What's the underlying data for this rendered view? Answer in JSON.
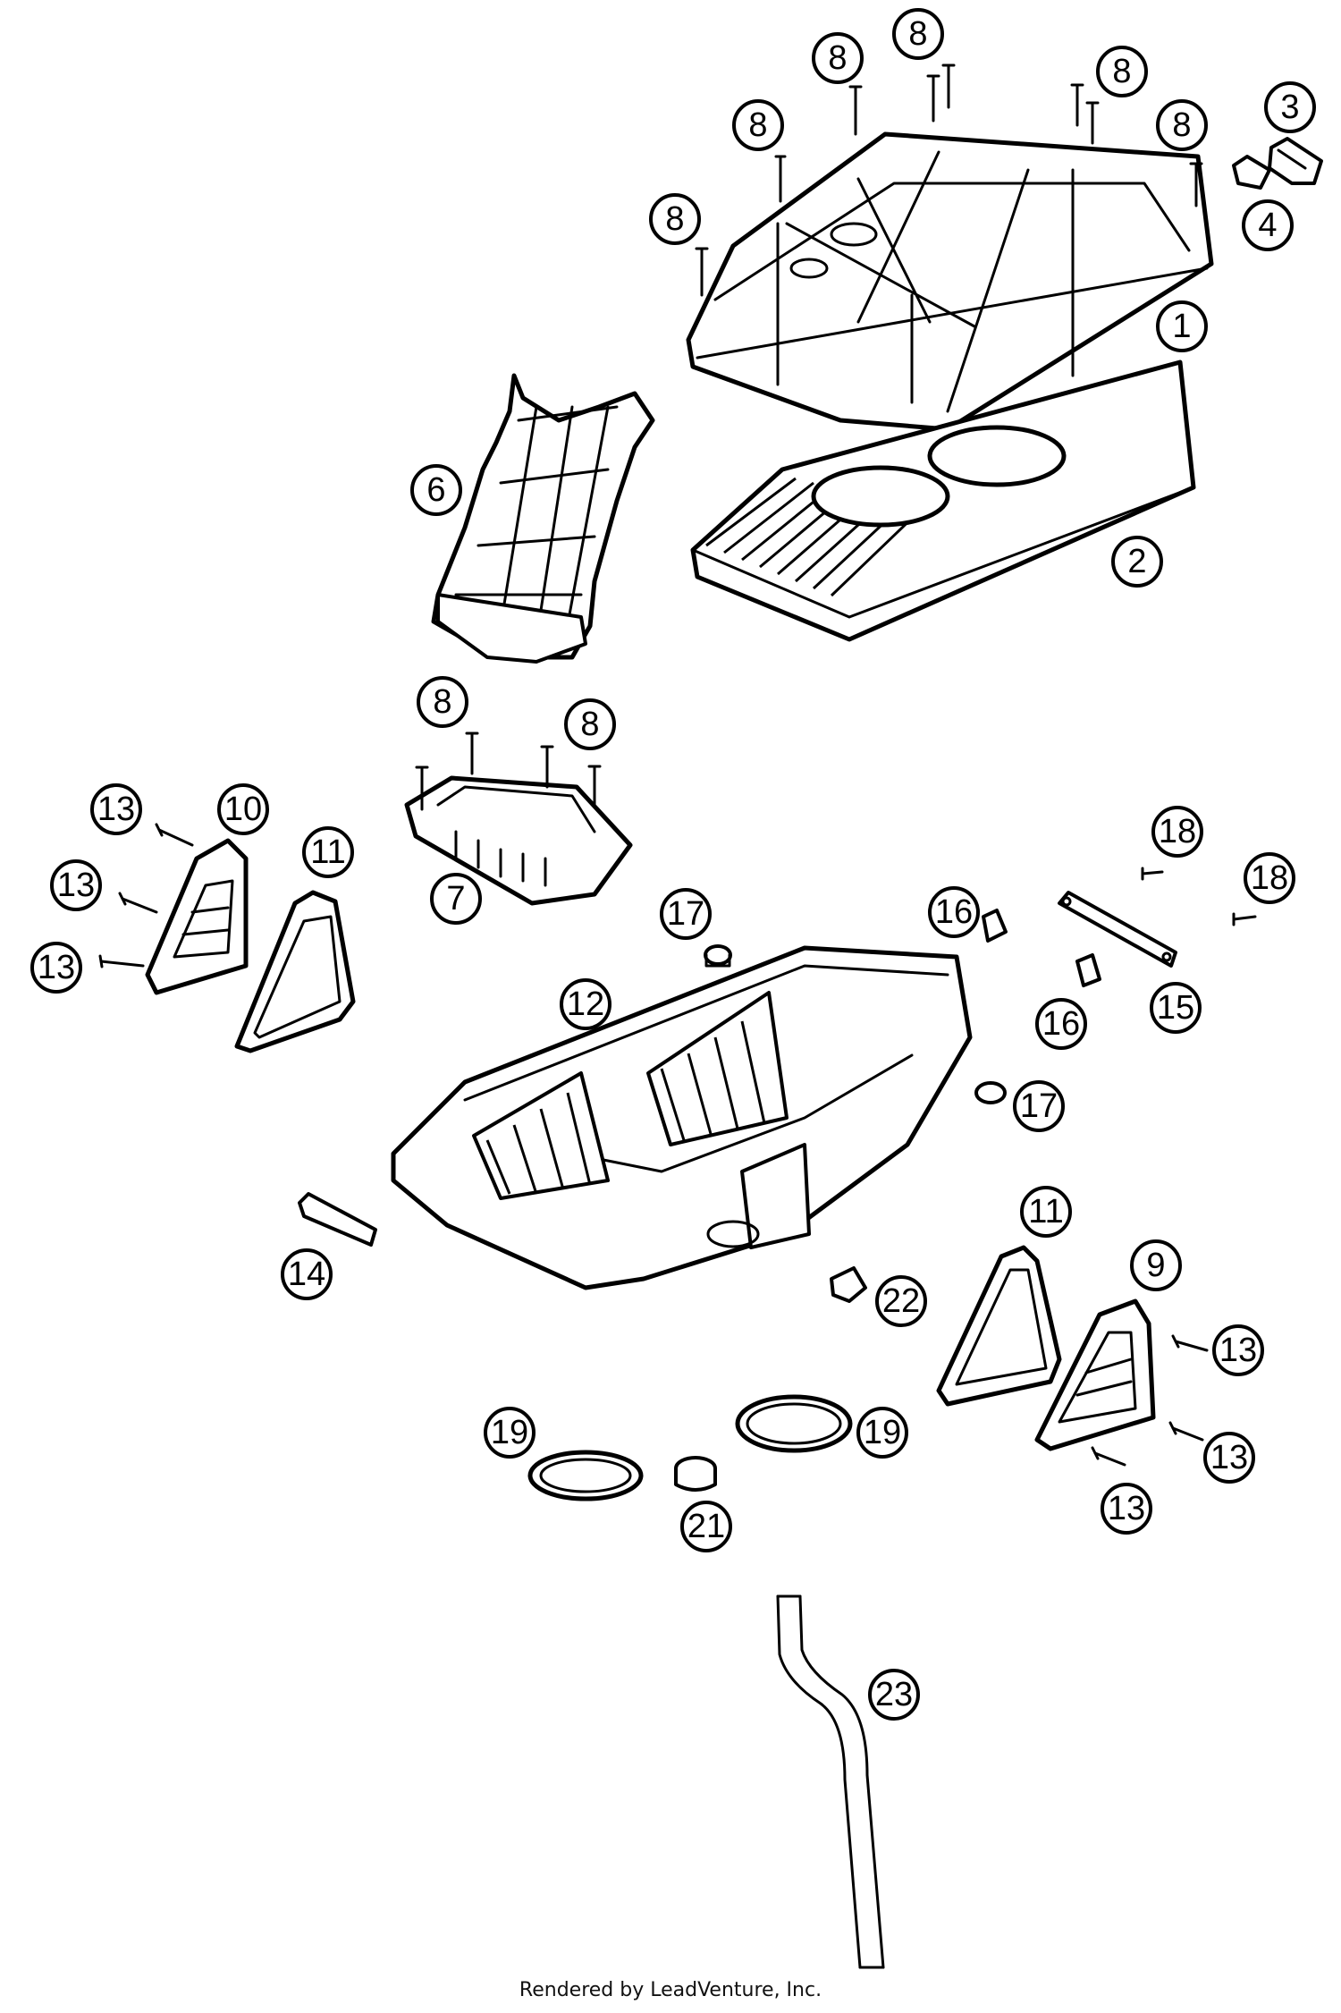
{
  "footer": {
    "text": "Rendered by LeadVenture, Inc."
  },
  "callouts": [
    {
      "label": "1"
    },
    {
      "label": "2"
    },
    {
      "label": "3"
    },
    {
      "label": "4"
    },
    {
      "label": "6"
    },
    {
      "label": "7"
    },
    {
      "label": "8"
    },
    {
      "label": "8"
    },
    {
      "label": "8"
    },
    {
      "label": "8"
    },
    {
      "label": "8"
    },
    {
      "label": "8"
    },
    {
      "label": "8"
    },
    {
      "label": "8"
    },
    {
      "label": "9"
    },
    {
      "label": "10"
    },
    {
      "label": "11"
    },
    {
      "label": "11"
    },
    {
      "label": "12"
    },
    {
      "label": "13"
    },
    {
      "label": "13"
    },
    {
      "label": "13"
    },
    {
      "label": "13"
    },
    {
      "label": "13"
    },
    {
      "label": "13"
    },
    {
      "label": "14"
    },
    {
      "label": "15"
    },
    {
      "label": "16"
    },
    {
      "label": "16"
    },
    {
      "label": "17"
    },
    {
      "label": "17"
    },
    {
      "label": "18"
    },
    {
      "label": "18"
    },
    {
      "label": "19"
    },
    {
      "label": "19"
    },
    {
      "label": "21"
    },
    {
      "label": "22"
    },
    {
      "label": "23"
    }
  ]
}
